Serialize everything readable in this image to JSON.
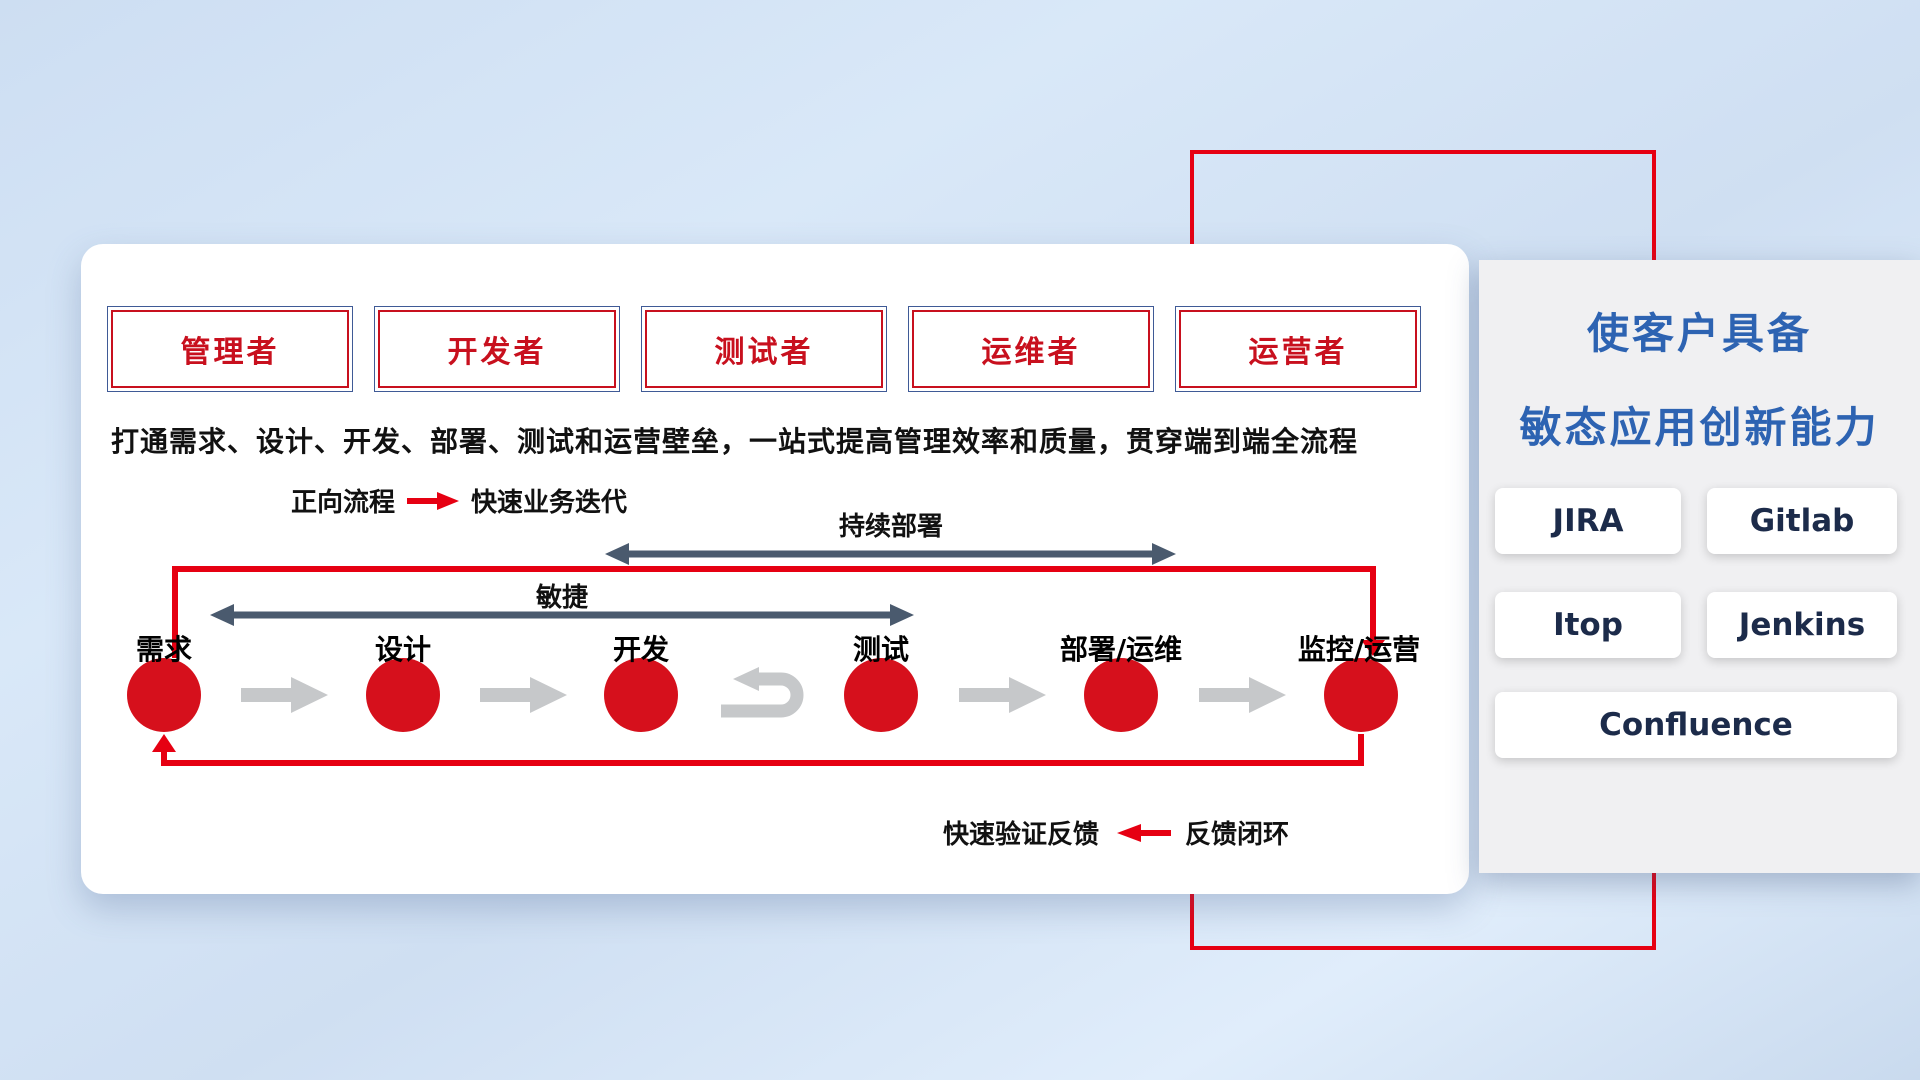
{
  "colors": {
    "accent_red": "#e60012",
    "node_red": "#d6101c",
    "role_red": "#c8101e",
    "title_blue": "#2d63b2",
    "dark_arrow": "#4a5a6e",
    "gray_arrow": "#c6c8ca"
  },
  "main_panel": {
    "roles": [
      {
        "label": "管理者"
      },
      {
        "label": "开发者"
      },
      {
        "label": "测试者"
      },
      {
        "label": "运维者"
      },
      {
        "label": "运营者"
      }
    ],
    "description": "打通需求、设计、开发、部署、测试和运营壁垒，一站式提高管理效率和质量，贯穿端到端全流程",
    "forward_legend": {
      "label": "正向流程",
      "value": "快速业务迭代"
    },
    "feedback_legend": {
      "label": "快速验证反馈",
      "value": "反馈闭环"
    },
    "span_arrows": {
      "continuous_deploy": "持续部署",
      "agile": "敏捷"
    },
    "stages": [
      {
        "label": "需求"
      },
      {
        "label": "设计"
      },
      {
        "label": "开发"
      },
      {
        "label": "测试"
      },
      {
        "label": "部署/运维"
      },
      {
        "label": "监控/运营"
      }
    ]
  },
  "side_panel": {
    "title_line1": "使客户具备",
    "title_line2": "敏态应用创新能力",
    "tools": [
      {
        "label": "JIRA"
      },
      {
        "label": "Gitlab"
      },
      {
        "label": "Itop"
      },
      {
        "label": "Jenkins"
      },
      {
        "label": "Confluence"
      }
    ]
  }
}
